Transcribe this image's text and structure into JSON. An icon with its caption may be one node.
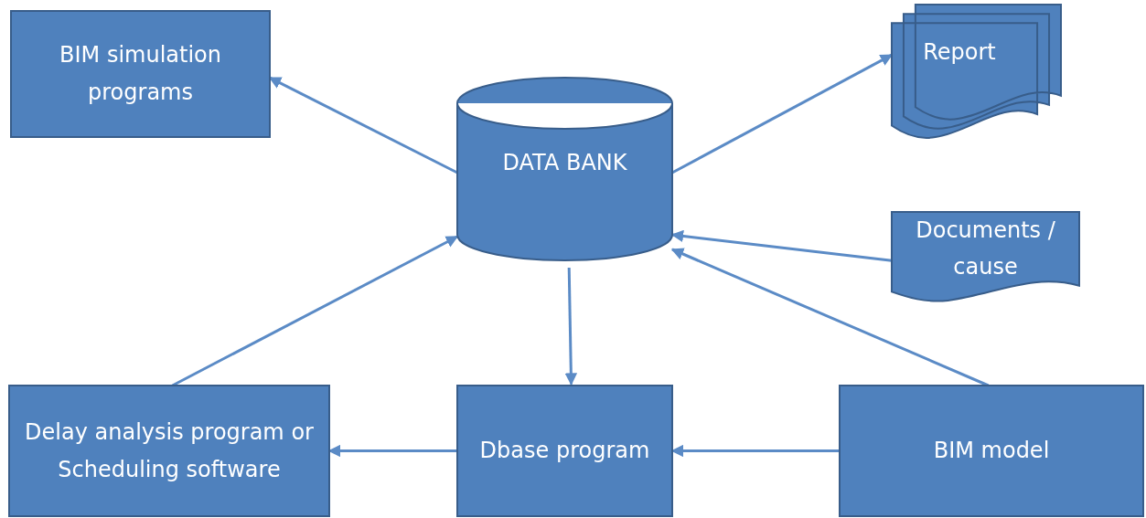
{
  "diagram": {
    "nodes": [
      {
        "text": [
          "BIM simulation programs"
        ]
      },
      {
        "text": [
          "Report"
        ]
      },
      {
        "text": [
          "DATA BANK"
        ]
      },
      {
        "text": [
          "Documents / cause"
        ]
      },
      {
        "text": [
          "Delay analysis program or Scheduling software"
        ]
      },
      {
        "text": [
          "Dbase program"
        ]
      },
      {
        "text": [
          "BIM model"
        ]
      }
    ],
    "edges": [
      {
        "from": 2,
        "to": 0,
        "arrow": "to"
      },
      {
        "from": 2,
        "to": 1,
        "arrow": "to"
      },
      {
        "from": 3,
        "to": 2,
        "arrow": "to"
      },
      {
        "from": 6,
        "to": 2,
        "arrow": "to"
      },
      {
        "from": 4,
        "to": 2,
        "arrow": "to"
      },
      {
        "from": 2,
        "to": 5,
        "arrow": "to"
      },
      {
        "from": 5,
        "to": 4,
        "arrow": "to"
      },
      {
        "from": 6,
        "to": 5,
        "arrow": "to"
      }
    ]
  }
}
